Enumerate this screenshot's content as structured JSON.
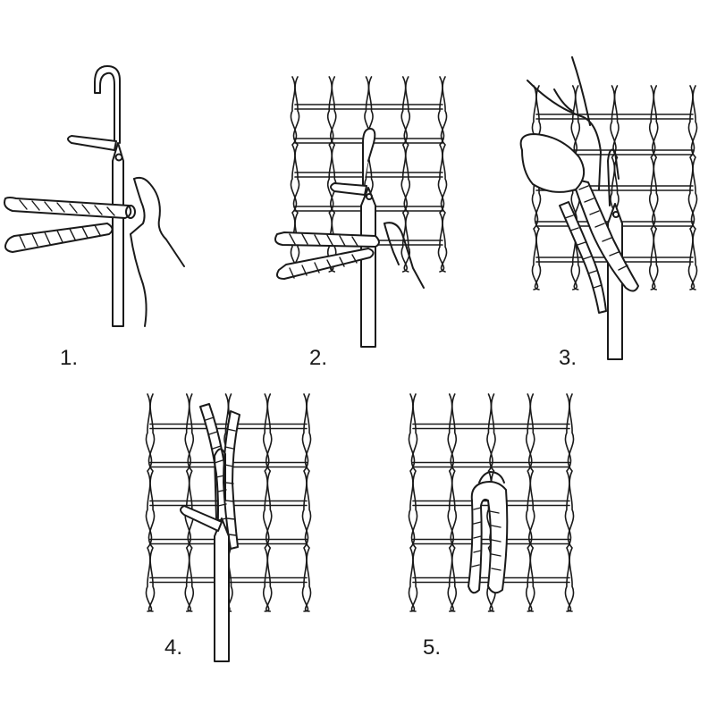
{
  "steps": [
    {
      "label": "1."
    },
    {
      "label": "2."
    },
    {
      "label": "3."
    },
    {
      "label": "4."
    },
    {
      "label": "5."
    }
  ],
  "colors": {
    "ink": "#1a1a1a",
    "background": "#ffffff"
  }
}
